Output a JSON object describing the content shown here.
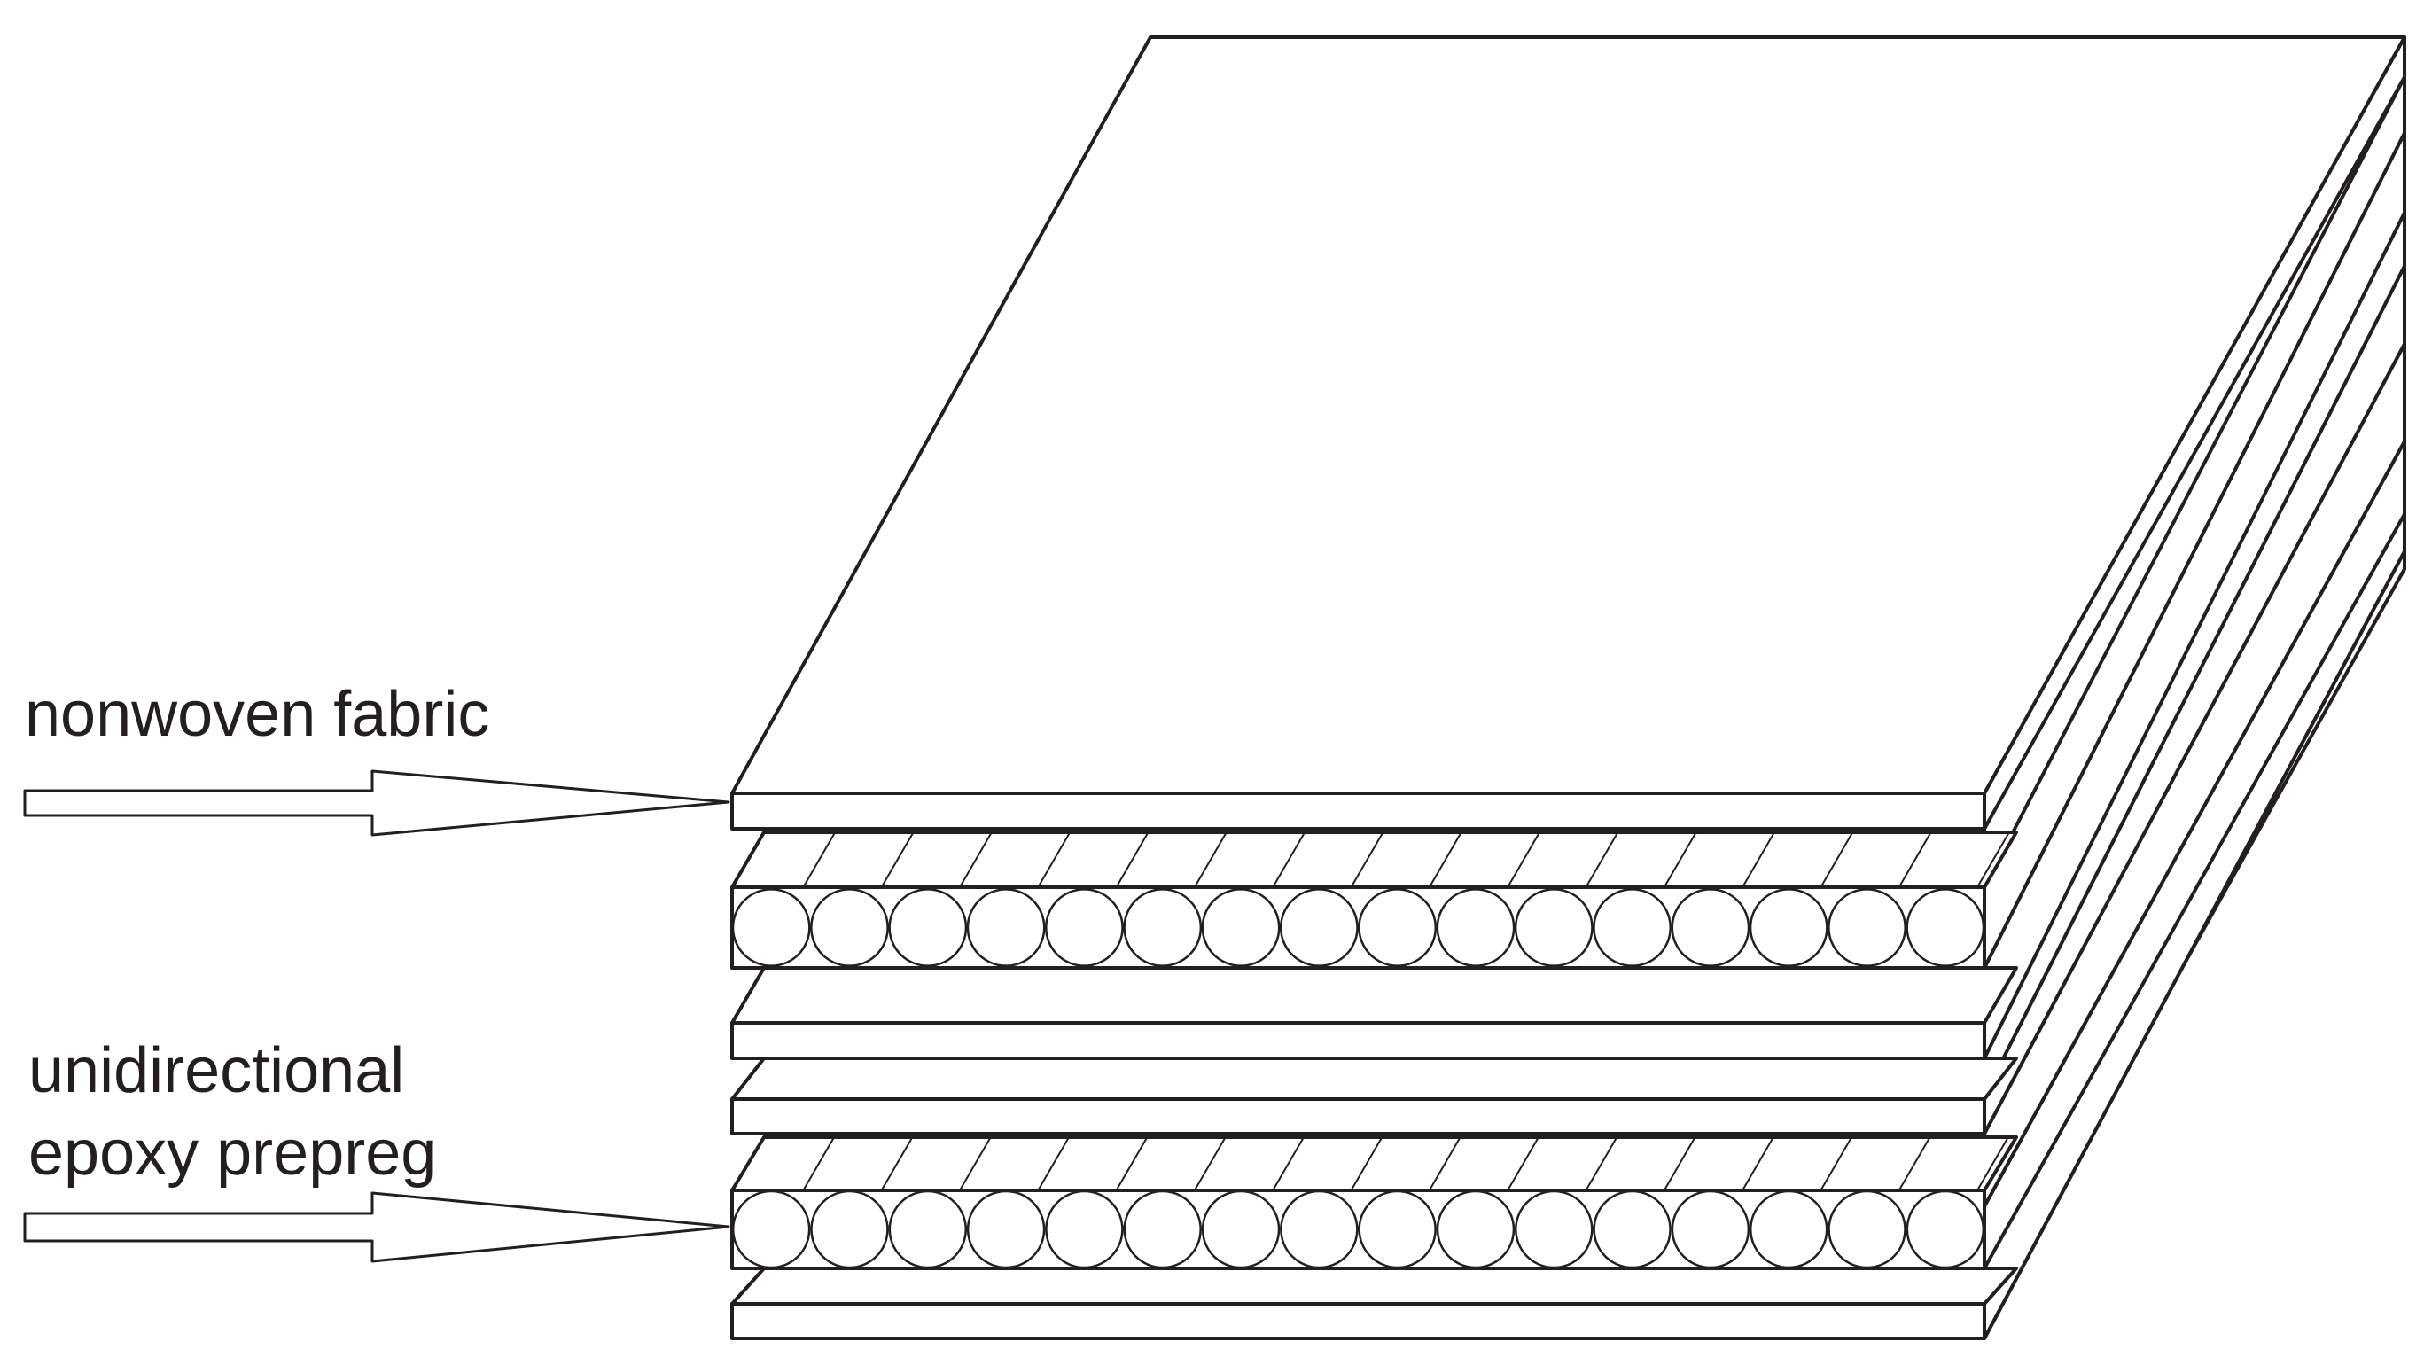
{
  "labels": {
    "nonwoven": "nonwoven fabric",
    "prepreg_line1": "unidirectional",
    "prepreg_line2": "epoxy prepreg"
  },
  "colors": {
    "stroke": "#231f20",
    "fill": "#ffffff"
  },
  "layers": [
    {
      "kind": "nonwoven",
      "top": true
    },
    {
      "kind": "unidirectional-prepreg"
    },
    {
      "kind": "nonwoven"
    },
    {
      "kind": "nonwoven"
    },
    {
      "kind": "unidirectional-prepreg"
    },
    {
      "kind": "nonwoven"
    }
  ],
  "fibers_per_prepreg_layer": 16,
  "icons": [
    "arrow-icon"
  ]
}
